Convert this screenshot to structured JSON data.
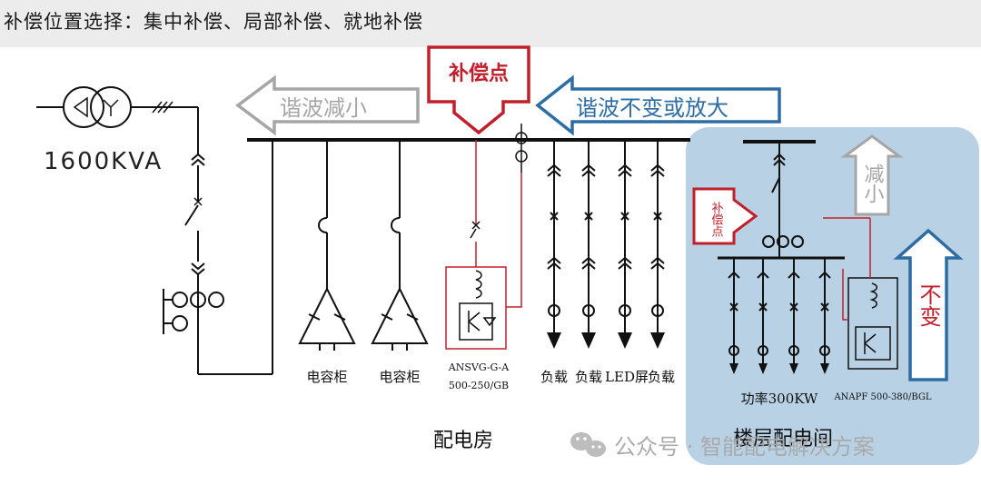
{
  "header": {
    "title": "补偿位置选择：集中补偿、局部补偿、就地补偿"
  },
  "transformer": {
    "rating": "1600KVA"
  },
  "arrows": {
    "harmonic_reduced": "谐波减小",
    "harmonic_unchanged_or_amplified": "谐波不变或放大",
    "compensation_point_main": "补偿点",
    "compensation_point_floor": "补偿点",
    "floor_reduced": "减小",
    "floor_unchanged": "不变"
  },
  "branches": [
    {
      "label": "电容柜"
    },
    {
      "label": "电容柜"
    },
    {
      "label_line1": "ANSVG-G-A",
      "label_line2": "500-250/GB"
    },
    {
      "label": "负载"
    },
    {
      "label": "负载"
    },
    {
      "label": "LED屏"
    },
    {
      "label": "负载"
    }
  ],
  "floor": {
    "load_label": "功率300KW",
    "apf_label": "ANAPF 500-380/BGL",
    "room_label": "楼层配电间"
  },
  "room_label": "配电房",
  "watermark": "公众号 · 智能配电解决方案",
  "colors": {
    "red": "#c0202b",
    "blue": "#2e6da4",
    "gray": "#a6a6a6",
    "panel": "#b9d1e4",
    "line": "#111111"
  }
}
